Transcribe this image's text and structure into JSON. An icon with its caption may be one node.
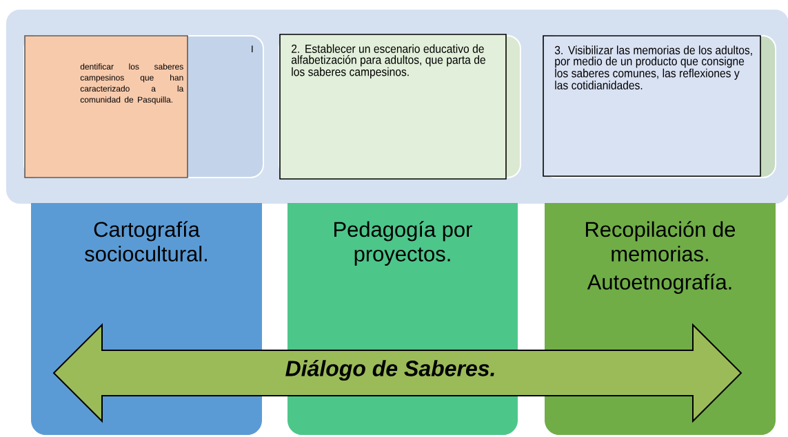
{
  "diagram": {
    "nodes": [
      {
        "text": [],
        "shape": "box"
      },
      {
        "text": [
          "I"
        ],
        "in": 0
      },
      {
        "text": [
          "dentificar los saberes campesinos que han caracterizado a la comunidad de Pasquilla."
        ],
        "in": 1
      },
      {
        "text": [],
        "shape": "box",
        "in": 0
      },
      {
        "text": [
          "2. Establecer un escenario educativo de alfabetización para adultos, que parta de los saberes campesinos."
        ],
        "in": 3
      },
      {
        "text": [],
        "shape": "box",
        "in": 0
      },
      {
        "text": [
          "3. Visibilizar las memorias de los adultos, por medio de un producto que consigne los saberes comunes, las reflexiones y las cotidianidades."
        ],
        "in": 5
      },
      {
        "text": [
          "Cartografía sociocultural."
        ]
      },
      {
        "text": [
          "Pedagogía por proyectos."
        ]
      },
      {
        "text": [
          "Recopilación de memorias.",
          "Autoetnografía."
        ]
      }
    ],
    "edges": [
      {
        "from": 7,
        "to": 9,
        "arrow": "both",
        "label": "Diálogo de Saberes.",
        "style": "thick"
      }
    ]
  }
}
